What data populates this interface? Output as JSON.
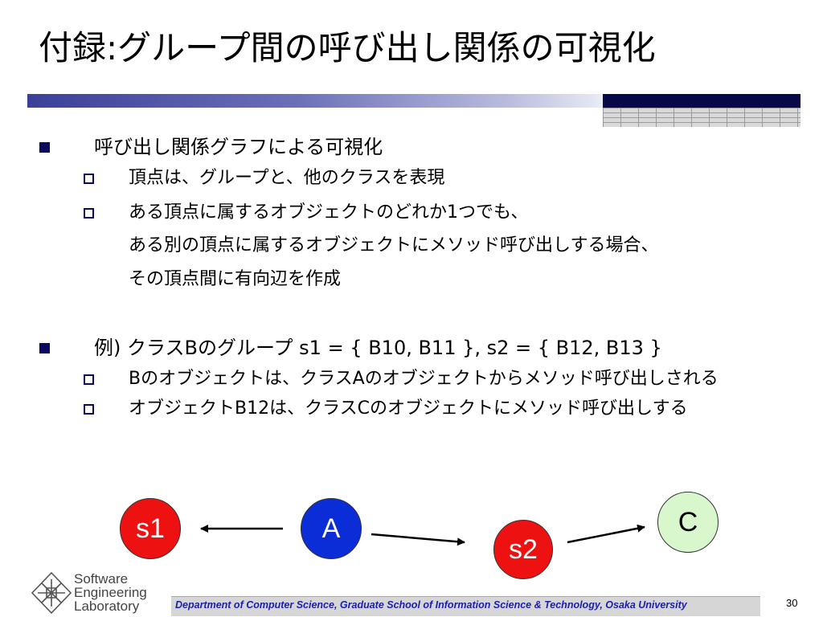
{
  "slide": {
    "title": "付録:グループ間の呼び出し関係の可視化",
    "page_number": "30"
  },
  "bullets": [
    {
      "text": "呼び出し関係グラフによる可視化",
      "sub": [
        {
          "lines": [
            "頂点は、グループと、他のクラスを表現"
          ]
        },
        {
          "lines": [
            "ある頂点に属するオブジェクトのどれか1つでも、",
            "ある別の頂点に属するオブジェクトにメソッド呼び出しする場合、",
            "その頂点間に有向辺を作成"
          ]
        }
      ]
    },
    {
      "text": "例) クラスBのグループ s1 = { B10, B11 }, s2 = { B12, B13 }",
      "sub": [
        {
          "lines": [
            "Bのオブジェクトは、クラスAのオブジェクトからメソッド呼び出しされる"
          ]
        },
        {
          "lines": [
            "オブジェクトB12は、クラスCのオブジェクトにメソッド呼び出しする"
          ]
        }
      ]
    }
  ],
  "graph": {
    "nodes": {
      "s1": {
        "label": "s1",
        "color": "#ee1111"
      },
      "A": {
        "label": "A",
        "color": "#0b2dd8"
      },
      "s2": {
        "label": "s2",
        "color": "#ee1111"
      },
      "C": {
        "label": "C",
        "color": "#d8f7cc"
      }
    },
    "edges": [
      {
        "from": "A",
        "to": "s1"
      },
      {
        "from": "A",
        "to": "s2"
      },
      {
        "from": "s2",
        "to": "C"
      }
    ]
  },
  "logo": {
    "line1": "Software",
    "line2": "Engineering",
    "line3": "Laboratory"
  },
  "footer": {
    "text": "Department of Computer Science, Graduate School of Information Science & Technology, Osaka University"
  },
  "colors": {
    "title_bar_dark": "#07074a",
    "bullet_marker": "#0a0a5e",
    "footer_text": "#1a1fb0"
  }
}
